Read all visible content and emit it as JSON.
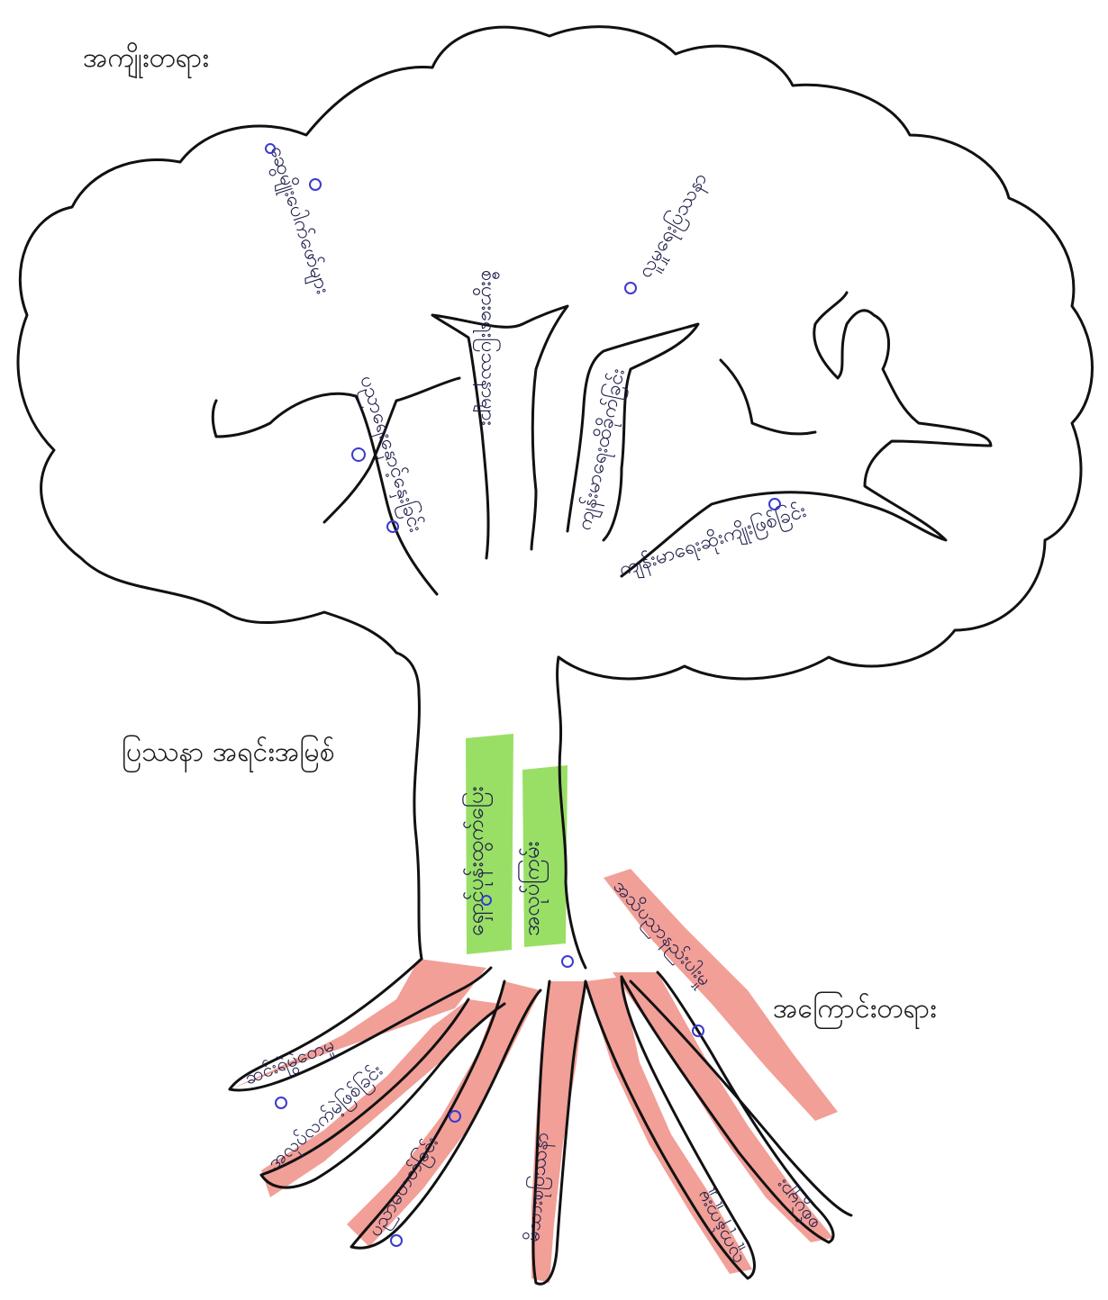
{
  "labels": {
    "effects": "အကျိုးတရား",
    "core_problem": "ပြဿနာ အရင်းအမြစ်",
    "causes": "အကြောင်းတရား"
  },
  "colors": {
    "outline": "#111111",
    "root_fill": "#ef8f86",
    "trunk_highlight": "#8fdc55",
    "ink": "#1d1d4a",
    "ink_circle": "#3a3ad0"
  }
}
